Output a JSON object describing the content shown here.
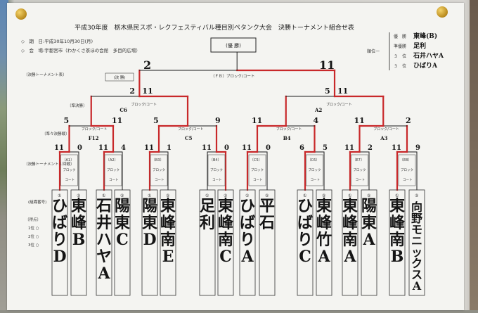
{
  "header": {
    "title": "平成30年度　栃木県民スポ・レクフェスティバル種目別ペタンク大会　決勝トーナメント組合せ表",
    "info_date": "◇　期　日:平成30年10月30日(月)",
    "info_venue": "◇　会　場:宇都宮市（わかくさ茶ほの会館　多目的広場）",
    "center_box_text": "(優 勝)",
    "legend_label": "〔決勝トーナメント表〕",
    "small_box_text": "(決 勝)",
    "final_court_text": "（ＦＢ）ブロック/コート",
    "result_rows": [
      {
        "label": "優　勝",
        "value": "東峰(B)"
      },
      {
        "label": "準優勝",
        "value": "足利"
      },
      {
        "label": "３　位",
        "value": "石井ハヤA"
      },
      {
        "label": "３　位",
        "value": "ひばりA"
      }
    ],
    "third_place_label": "順位一"
  },
  "round_labels": {
    "semifinal": "〔準決勝〕",
    "quarterfinal": "〔準々決勝戦〕",
    "round1": "〔決勝トーナメント１回戦〕"
  },
  "side_labels": {
    "team_no": "(組織番号)",
    "score_title": "〔得点〕",
    "score_rows": [
      "1位 ○",
      "2位 ○",
      "3位 ○"
    ]
  },
  "final_scores": {
    "left": "2",
    "right": "11"
  },
  "semi_scores": [
    {
      "left": "2",
      "right": "11",
      "court": "ブロック/コート",
      "note": "C6"
    },
    {
      "left": "5",
      "right": "11",
      "court": "ブロック/コート",
      "note": "A2"
    }
  ],
  "quarter_scores": [
    {
      "left": "5",
      "right": "11",
      "court": "ブロック/コート",
      "note": "F12"
    },
    {
      "left": "5",
      "right": "9",
      "court": "ブロック/コート",
      "note": "C5"
    },
    {
      "left": "11",
      "right": "4",
      "court": "ブロック/コート",
      "note": "B4"
    },
    {
      "left": "11",
      "right": "2",
      "court": "ブロック/コート",
      "note": "A3"
    }
  ],
  "round1": [
    {
      "left": "11",
      "right": "0",
      "tag": "〔A1〕"
    },
    {
      "left": "11",
      "right": "4",
      "tag": "〔A2〕"
    },
    {
      "left": "11",
      "right": "1",
      "tag": "〔B3〕"
    },
    {
      "left": "11",
      "right": "0",
      "tag": "〔B4〕"
    },
    {
      "left": "11",
      "right": "0",
      "tag": "〔C5〕"
    },
    {
      "left": "6",
      "right": "5",
      "tag": "〔C6〕"
    },
    {
      "left": "11",
      "right": "2",
      "tag": "〔E7〕"
    },
    {
      "left": "11",
      "right": "9",
      "tag": "〔E8〕"
    }
  ],
  "court_word": "ブロック",
  "court_word2": "コート",
  "teams": [
    "ひばりD",
    "東峰B",
    "石井ハヤA",
    "陽東C",
    "陽東D",
    "東峰南E",
    "足利",
    "東峰南C",
    "ひばりA",
    "平石",
    "ひばりC",
    "東峰竹A",
    "東峰南A",
    "陽東A",
    "東峰南B",
    "向野モニックスA"
  ],
  "colors": {
    "red_line": "#c8282a",
    "black_line": "#1a1a1a",
    "paper": "#f4f4f1"
  }
}
